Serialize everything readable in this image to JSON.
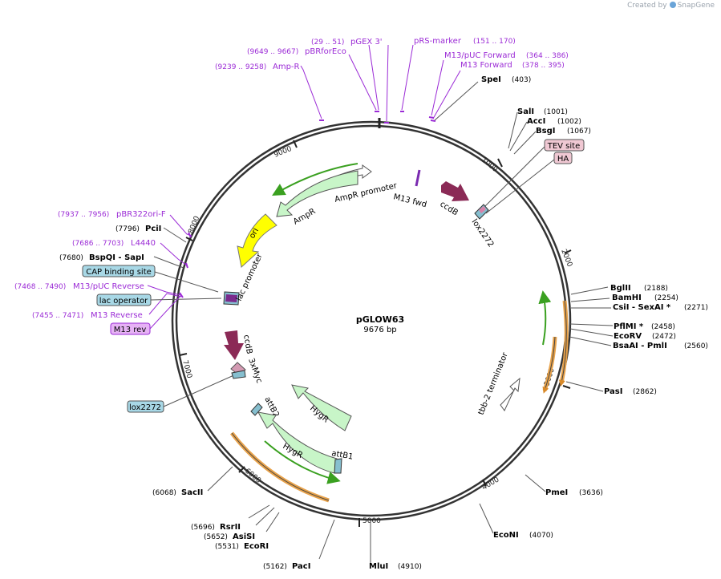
{
  "credit": {
    "prefix": "Created by",
    "brand": "SnapGene"
  },
  "plasmid": {
    "name": "pGLOW63",
    "size": "9676 bp"
  },
  "ticks": [
    "1000",
    "2000",
    "3000",
    "4000",
    "5000",
    "6000",
    "7000",
    "8000",
    "9000"
  ],
  "features": {
    "ampr_promoter": "AmpR promoter",
    "ampr": "AmpR",
    "m13fwd": "M13 fwd",
    "ccdb1": "ccdB",
    "lox2272_a": "lox2272",
    "ori": "ori",
    "lac_promoter": "lac promoter",
    "ccdb2": "ccdB",
    "myc": "3xMyc",
    "attb2": "attB2",
    "hygr1": "HygR",
    "hygr2": "HygR",
    "attb1": "attB1",
    "tbb2": "tbb-2 terminator"
  },
  "primers_top": [
    {
      "pos": "(29 .. 51)",
      "name": "pGEX 3'"
    },
    {
      "pos": "(9649 .. 9667)",
      "name": "pBRforEco"
    },
    {
      "pos": "(9239 .. 9258)",
      "name": "Amp-R"
    },
    {
      "pos": "",
      "name": "pRS-marker"
    },
    {
      "pos": "(151 .. 170)",
      "name": ""
    },
    {
      "pos": "(364 .. 386)",
      "name": "M13/pUC Forward"
    },
    {
      "pos": "(378 .. 395)",
      "name": "M13 Forward"
    }
  ],
  "primers_left": [
    {
      "pos": "(7937 .. 7956)",
      "name": "pBR322ori-F"
    },
    {
      "pos": "(7686 .. 7703)",
      "name": "L4440"
    },
    {
      "pos": "(7468 .. 7490)",
      "name": "M13/pUC Reverse"
    },
    {
      "pos": "(7455 .. 7471)",
      "name": "M13 Reverse"
    }
  ],
  "boxes": {
    "tev": "TEV site",
    "ha": "HA",
    "cap": "CAP binding site",
    "lacop": "lac operator",
    "m13rev": "M13 rev",
    "lox2272_b": "lox2272"
  },
  "sites": [
    {
      "name": "SpeI",
      "pos": "(403)"
    },
    {
      "name": "SalI",
      "pos": "(1001)"
    },
    {
      "name": "AccI",
      "pos": "(1002)"
    },
    {
      "name": "BsgI",
      "pos": "(1067)"
    },
    {
      "name": "BglII",
      "pos": "(2188)"
    },
    {
      "name": "BamHI",
      "pos": "(2254)"
    },
    {
      "name": "CsiI  - SexAI *",
      "pos": "(2271)"
    },
    {
      "name": "PflMI *",
      "pos": "(2458)"
    },
    {
      "name": "EcoRV",
      "pos": "(2472)"
    },
    {
      "name": "BsaAI  - PmlI",
      "pos": "(2560)"
    },
    {
      "name": "PasI",
      "pos": "(2862)"
    },
    {
      "name": "PmeI",
      "pos": "(3636)"
    },
    {
      "name": "EcoNI",
      "pos": "(4070)"
    },
    {
      "name": "MluI",
      "pos": "(4910)"
    },
    {
      "name": "PacI",
      "pos": "(5162)"
    },
    {
      "name": "EcoRI",
      "pos": "(5531)"
    },
    {
      "name": "AsiSI",
      "pos": "(5652)"
    },
    {
      "name": "RsrII",
      "pos": "(5696)"
    },
    {
      "name": "SacII",
      "pos": "(6068)"
    },
    {
      "name": "PciI",
      "pos": "(7796)"
    },
    {
      "name": "BspQI  - SapI",
      "pos": "(7680)"
    }
  ],
  "colors": {
    "primer": "#9b2bd6",
    "ampr": "#c8f5c8",
    "ori": "#ffff00",
    "ccdb": "#8b2a56",
    "lox": "#86bfcf",
    "tev_box": "#f0c8d3",
    "cap_box": "#a8d8e6",
    "m13_box": "#e6b2f5",
    "hygr_arc": "#3aa020",
    "orange_arc": "#e8a24a"
  }
}
